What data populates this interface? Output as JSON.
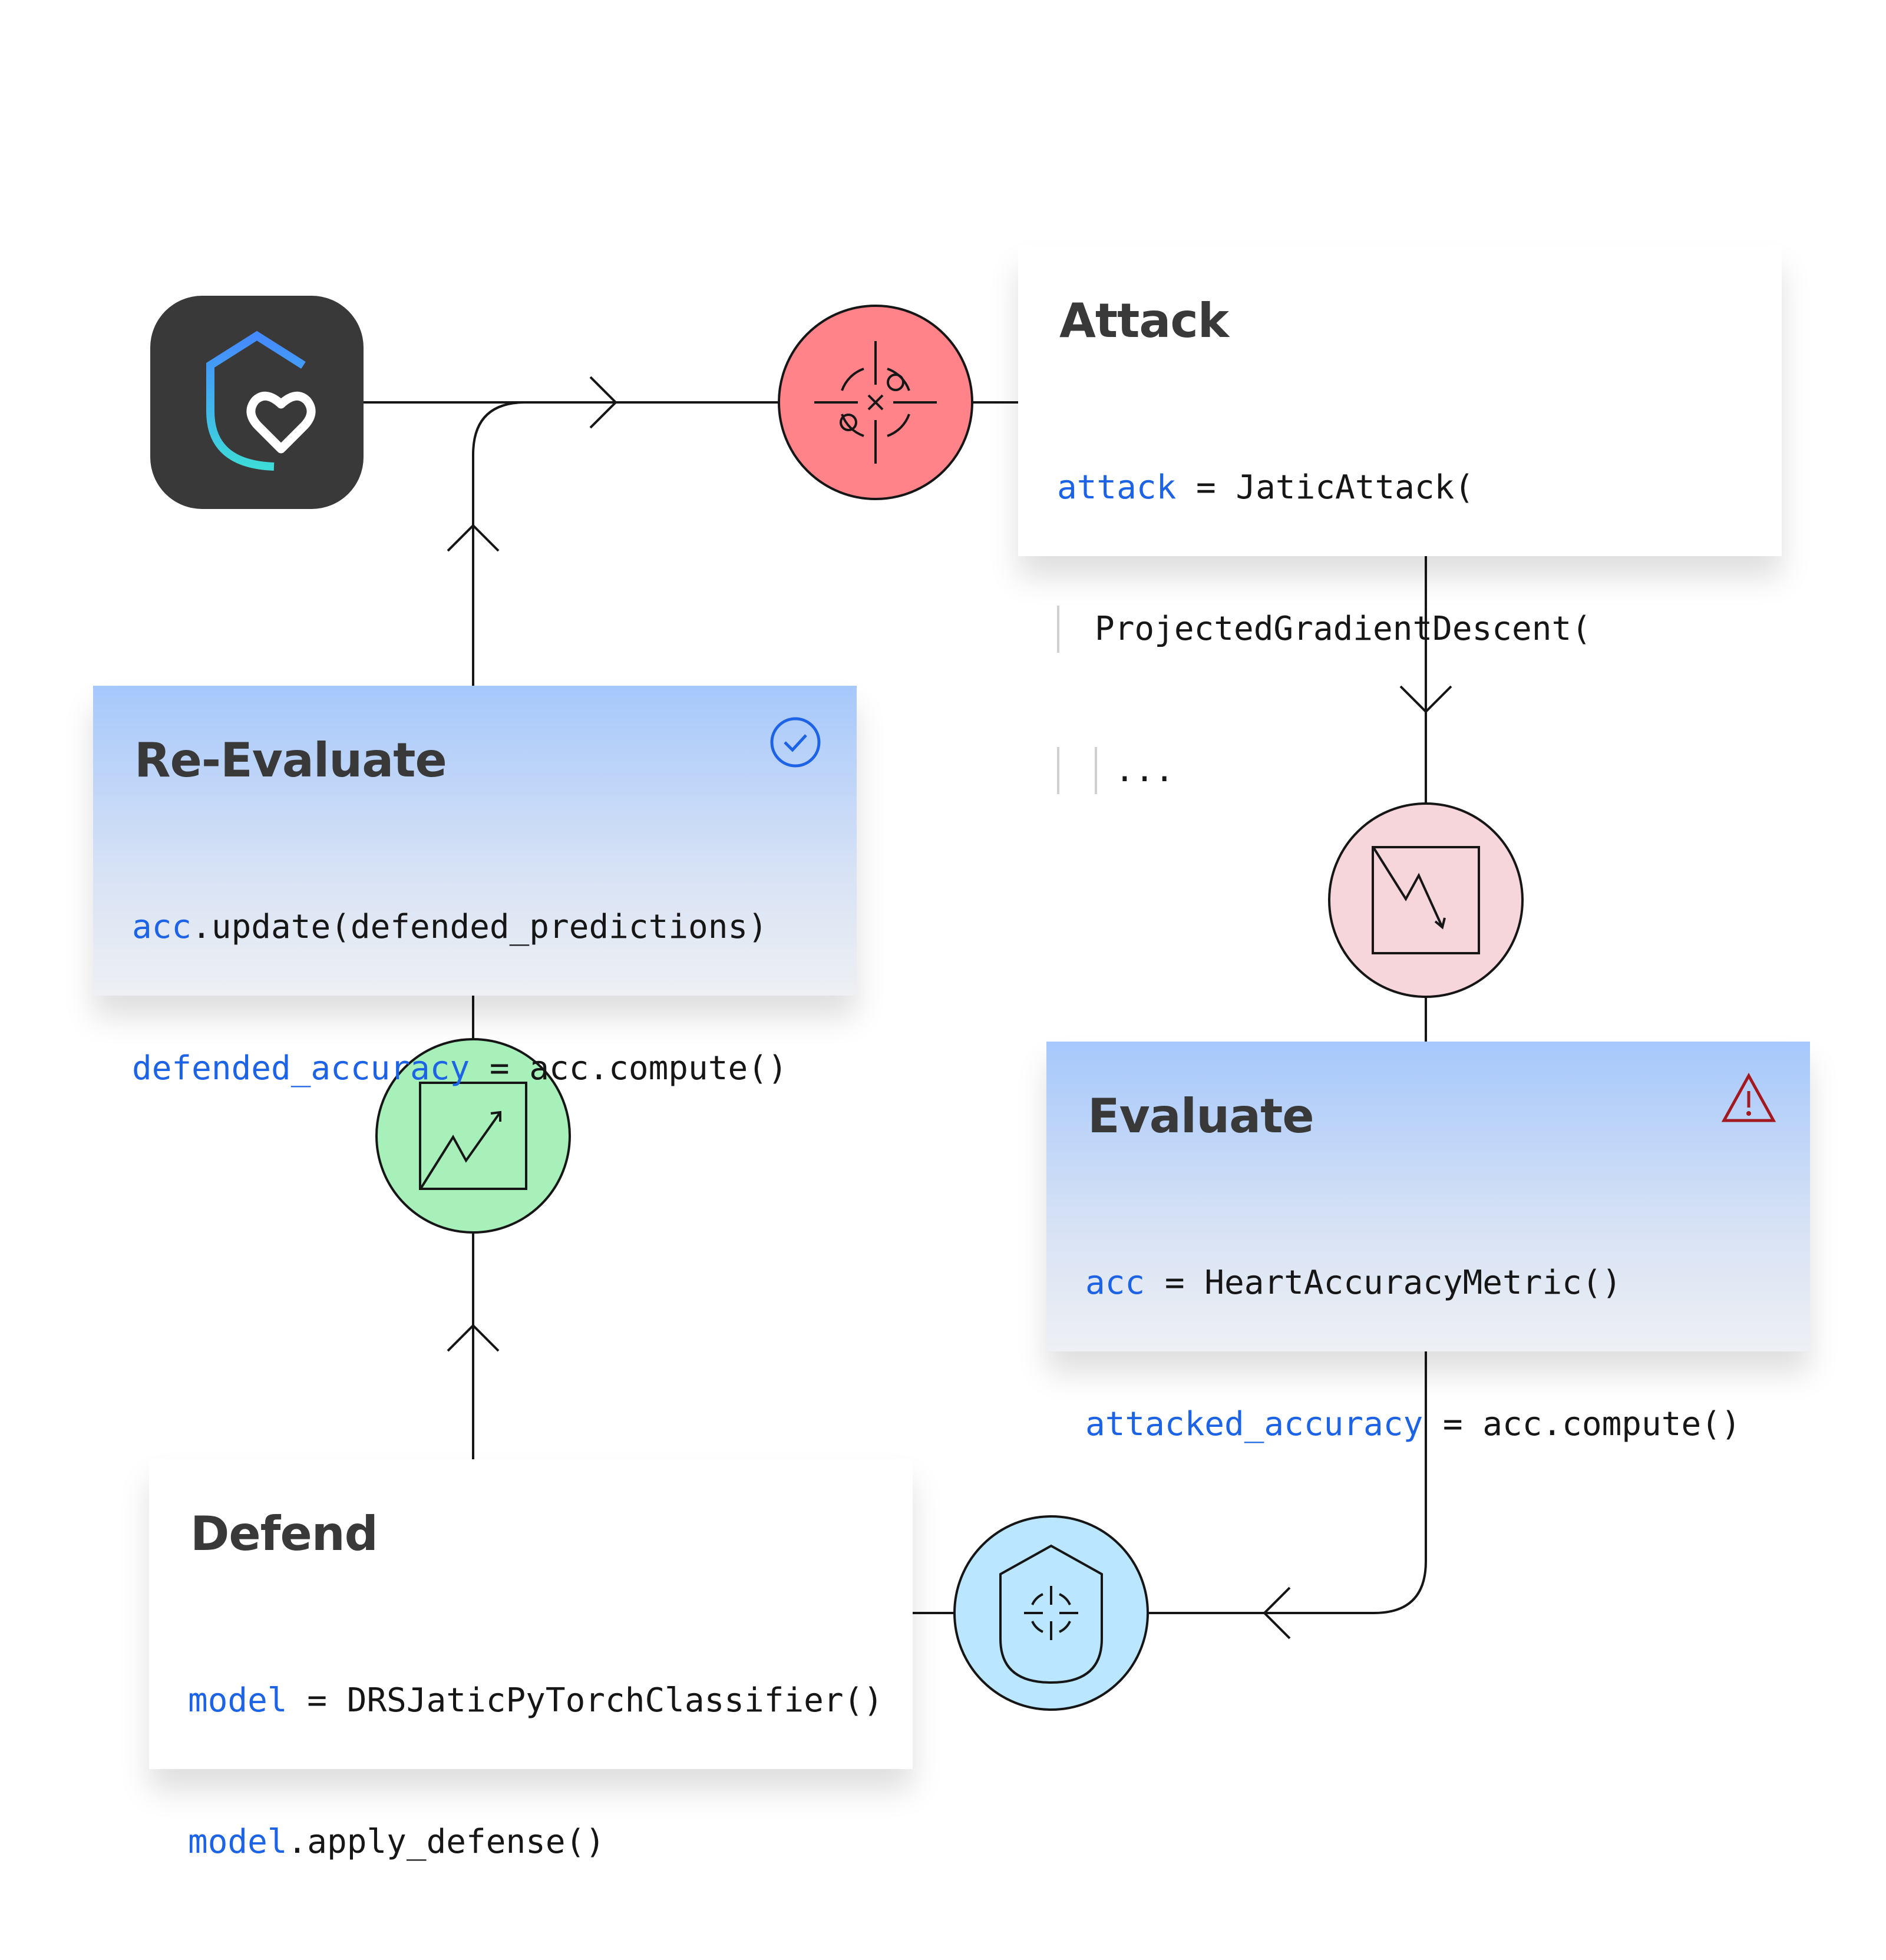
{
  "colors": {
    "attack_circle": "#ff8389",
    "evaluate_circle": "#f6d6da",
    "defend_circle": "#bae6ff",
    "reevaluate_circle": "#a7f0ba",
    "code_variable": "#1d63e6",
    "code_text": "#161616",
    "title_text": "#393939",
    "check_icon": "#1d63e6",
    "warning_icon": "#a2191f",
    "logo_bg": "#393939"
  },
  "icons": {
    "logo": "shield-heart-icon",
    "attack": "crosshair-target-icon",
    "evaluate": "chart-decrease-icon",
    "defend": "shield-crosshair-icon",
    "reevaluate": "chart-increase-icon",
    "reevaluate_status": "checkmark-circle-icon",
    "evaluate_status": "warning-triangle-icon"
  },
  "attack": {
    "title": "Attack",
    "code": [
      {
        "var": "attack",
        "rest": " = JaticAttack("
      },
      {
        "var": "",
        "rest": "ProjectedGradientDescent("
      },
      {
        "var": "",
        "rest": "..."
      }
    ]
  },
  "evaluate": {
    "title": "Evaluate",
    "code": [
      {
        "var": "acc",
        "rest": " = HeartAccuracyMetric()"
      },
      {
        "var": "attacked_accuracy",
        "rest": " = acc.compute()"
      }
    ]
  },
  "defend": {
    "title": "Defend",
    "code": [
      {
        "var": "model",
        "rest": " = DRSJaticPyTorchClassifier()"
      },
      {
        "var": "model",
        "rest": ".apply_defense()"
      }
    ]
  },
  "reevaluate": {
    "title": "Re-Evaluate",
    "code": [
      {
        "var": "acc",
        "rest": ".update(defended_predictions)"
      },
      {
        "var": "defended_accuracy",
        "rest": " = acc.compute()"
      }
    ]
  }
}
